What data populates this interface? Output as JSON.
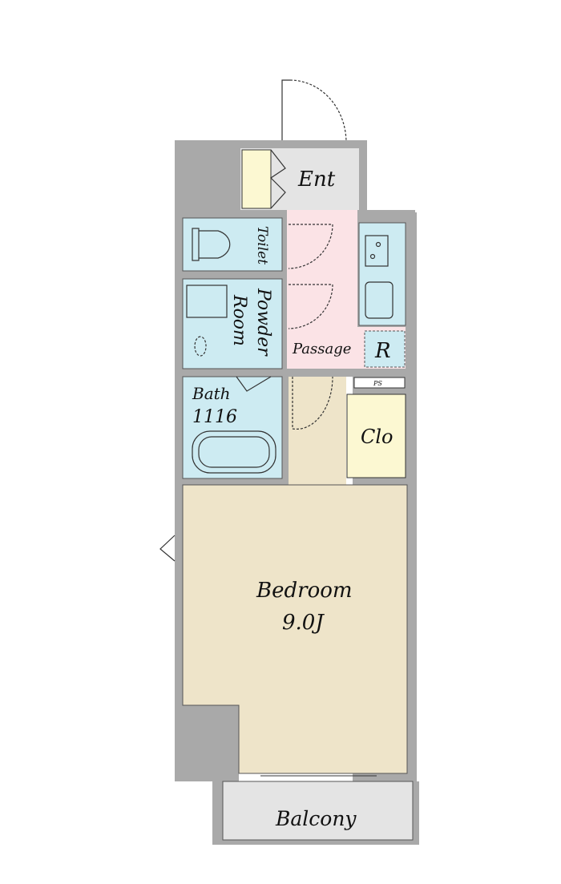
{
  "plan": {
    "rooms": {
      "entrance": "Ent",
      "toilet": "Toilet",
      "powder_room_line1": "Powder",
      "powder_room_line2": "Room",
      "passage": "Passage",
      "refrigerator": "R",
      "bath_line1": "Bath",
      "bath_line2": "1116",
      "pipe_space": "PS",
      "closet": "Clo",
      "bedroom": "Bedroom",
      "bedroom_size": "9.0J",
      "balcony": "Balcony"
    },
    "colors": {
      "wall": "#a9a9a9",
      "wet_area": "#cdebf2",
      "passage": "#fbe3e6",
      "bedroom": "#eee4c9",
      "storage": "#fcf8d2",
      "entrance": "#e4e4e4"
    }
  }
}
